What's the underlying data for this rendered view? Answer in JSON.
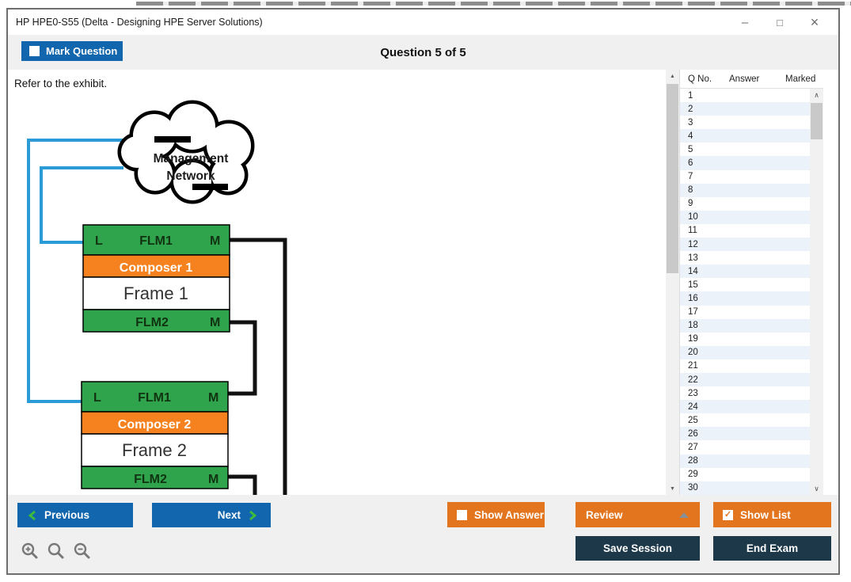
{
  "window": {
    "title": "HP HPE0-S55 (Delta - Designing HPE Server Solutions)",
    "controls": {
      "minimize": "–",
      "maximize": "□",
      "close": "×"
    }
  },
  "header": {
    "mark_question_label": "Mark Question",
    "question_counter": "Question 5 of 5"
  },
  "question": {
    "prompt": "Refer to the exhibit."
  },
  "exhibit": {
    "cloud": {
      "line1": "Management",
      "line2": "Network"
    },
    "frames": [
      {
        "l": "L",
        "flm1": "FLM1",
        "m1": "M",
        "composer": "Composer 1",
        "frame": "Frame 1",
        "flm2": "FLM2",
        "m2": "M"
      },
      {
        "l": "L",
        "flm1": "FLM1",
        "m1": "M",
        "composer": "Composer 2",
        "frame": "Frame 2",
        "flm2": "FLM2",
        "m2": "M"
      }
    ],
    "colors": {
      "green": "#2fa44d",
      "orange": "#f5821f",
      "blue_link": "#2b9bd7",
      "black_link": "#111111"
    }
  },
  "question_list": {
    "columns": [
      "Q No.",
      "Answer",
      "Marked"
    ],
    "rows": [
      {
        "q": "1",
        "answer": "",
        "marked": ""
      },
      {
        "q": "2",
        "answer": "",
        "marked": ""
      },
      {
        "q": "3",
        "answer": "",
        "marked": ""
      },
      {
        "q": "4",
        "answer": "",
        "marked": ""
      },
      {
        "q": "5",
        "answer": "",
        "marked": ""
      },
      {
        "q": "6",
        "answer": "",
        "marked": ""
      },
      {
        "q": "7",
        "answer": "",
        "marked": ""
      },
      {
        "q": "8",
        "answer": "",
        "marked": ""
      },
      {
        "q": "9",
        "answer": "",
        "marked": ""
      },
      {
        "q": "10",
        "answer": "",
        "marked": ""
      },
      {
        "q": "11",
        "answer": "",
        "marked": ""
      },
      {
        "q": "12",
        "answer": "",
        "marked": ""
      },
      {
        "q": "13",
        "answer": "",
        "marked": ""
      },
      {
        "q": "14",
        "answer": "",
        "marked": ""
      },
      {
        "q": "15",
        "answer": "",
        "marked": ""
      },
      {
        "q": "16",
        "answer": "",
        "marked": ""
      },
      {
        "q": "17",
        "answer": "",
        "marked": ""
      },
      {
        "q": "18",
        "answer": "",
        "marked": ""
      },
      {
        "q": "19",
        "answer": "",
        "marked": ""
      },
      {
        "q": "20",
        "answer": "",
        "marked": ""
      },
      {
        "q": "21",
        "answer": "",
        "marked": ""
      },
      {
        "q": "22",
        "answer": "",
        "marked": ""
      },
      {
        "q": "23",
        "answer": "",
        "marked": ""
      },
      {
        "q": "24",
        "answer": "",
        "marked": ""
      },
      {
        "q": "25",
        "answer": "",
        "marked": ""
      },
      {
        "q": "26",
        "answer": "",
        "marked": ""
      },
      {
        "q": "27",
        "answer": "",
        "marked": ""
      },
      {
        "q": "28",
        "answer": "",
        "marked": ""
      },
      {
        "q": "29",
        "answer": "",
        "marked": ""
      },
      {
        "q": "30",
        "answer": "",
        "marked": ""
      }
    ]
  },
  "footer": {
    "previous_label": "Previous",
    "next_label": "Next",
    "show_answer_label": "Show Answer",
    "review_label": "Review",
    "show_list_label": "Show List",
    "save_session_label": "Save Session",
    "end_exam_label": "End Exam"
  },
  "icons": {
    "check": "✓",
    "scroll_up": "▲",
    "scroll_down": "▼",
    "chevron_up": "∧",
    "chevron_down": "∨"
  },
  "colors": {
    "button_blue": "#1266ad",
    "button_orange": "#e2751e",
    "button_dark": "#1c3849",
    "chevron_green": "#3cbb3c",
    "row_stripe": "#ebf2f9"
  }
}
